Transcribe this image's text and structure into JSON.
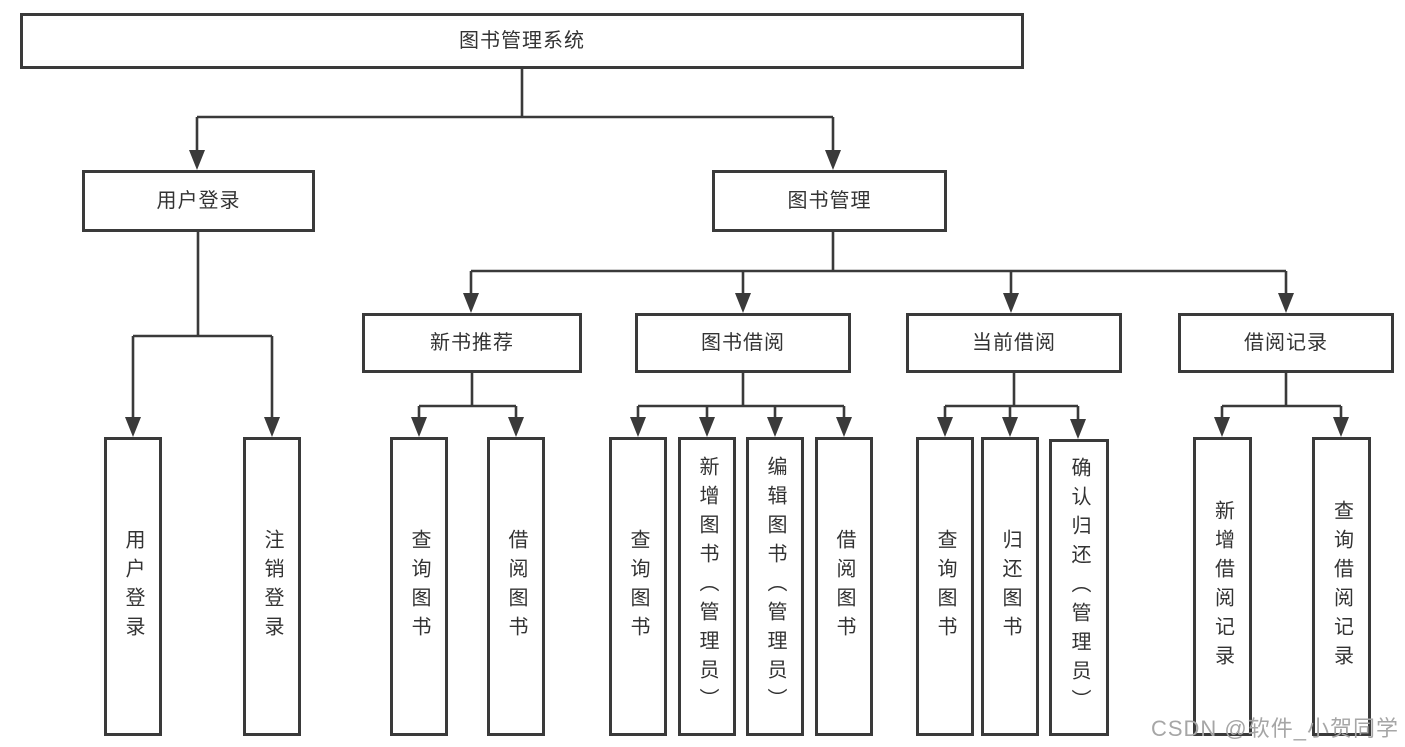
{
  "diagram": {
    "root": {
      "label": "图书管理系统"
    },
    "level2": [
      {
        "label": "用户登录"
      },
      {
        "label": "图书管理"
      }
    ],
    "level3": [
      {
        "label": "新书推荐"
      },
      {
        "label": "图书借阅"
      },
      {
        "label": "当前借阅"
      },
      {
        "label": "借阅记录"
      }
    ],
    "leaves": [
      {
        "label": "用户登录"
      },
      {
        "label": "注销登录"
      },
      {
        "label": "查询图书"
      },
      {
        "label": "借阅图书"
      },
      {
        "label": "查询图书"
      },
      {
        "label": "新增图书（管理员）"
      },
      {
        "label": "编辑图书（管理员）"
      },
      {
        "label": "借阅图书"
      },
      {
        "label": "查询图书"
      },
      {
        "label": "归还图书"
      },
      {
        "label": "确认归还（管理员）"
      },
      {
        "label": "新增借阅记录"
      },
      {
        "label": "查询借阅记录"
      }
    ],
    "colors": {
      "line": "#3a3a3a",
      "text": "#333333",
      "box_background": "#ffffff"
    }
  },
  "watermark": {
    "text": "CSDN @软件_小贺同学",
    "color": "#a6a6a6"
  }
}
